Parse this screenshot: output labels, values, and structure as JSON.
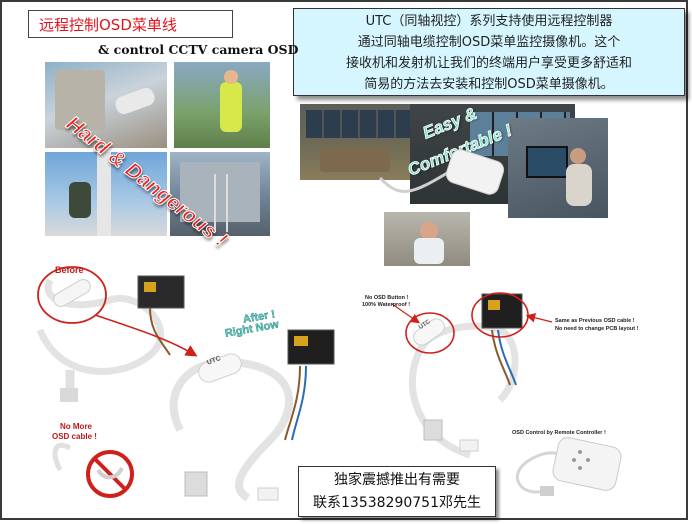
{
  "title": "远程控制OSD菜单线",
  "info_lines": [
    "UTC（同轴视控）系列支持使用远程控制器",
    "通过同轴电缆控制OSD菜单监控摄像机。这个",
    "接收机和发射机让我们的终端用户享受更多舒适和",
    "简易的方法去安装和控制OSD菜单摄像机。"
  ],
  "subtitle": "& control CCTV camera OSD",
  "overlay_text": {
    "hard_dangerous": "Hard & Dangerous !",
    "easy": "Easy &",
    "comfortable": "Comfortable !"
  },
  "cable_labels": {
    "before": "Before",
    "after_1": "After !",
    "after_2": "Right Now",
    "no_more_1": "No More",
    "no_more_2": "OSD cable !",
    "utc_left": "UTC",
    "utc_right": "UTC",
    "no_osd_1": "No OSD Button !",
    "no_osd_2": "100% Waterproof !",
    "same_1": "Same as Previous OSD cable !",
    "same_2": "No need to change PCB layout !",
    "remote": "OSD Control by Remote Controller !"
  },
  "contact": {
    "line1": "独家震撼推出有需要",
    "line2": "联系13538290751邓先生"
  },
  "colors": {
    "title_red": "#e0141c",
    "info_bg": "#d6f6ff",
    "overlay_red": "#e8201c",
    "overlay_teal": "#7fe3c6",
    "arrow_red": "#d0201c"
  }
}
